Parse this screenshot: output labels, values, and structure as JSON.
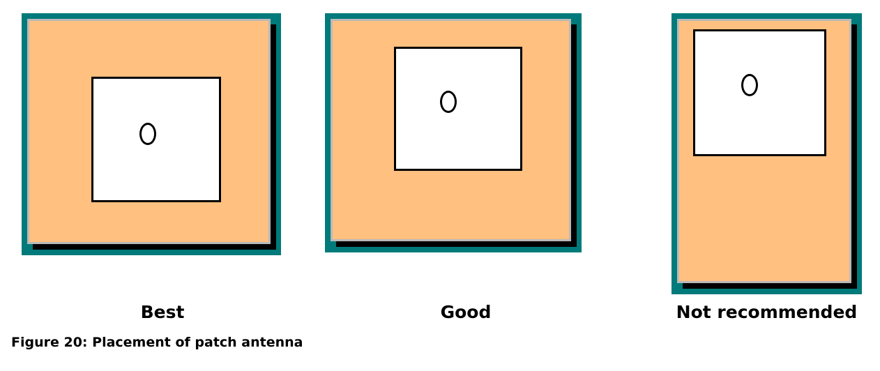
{
  "colors": {
    "frame": "#007a7a",
    "plane": "#ffc080",
    "plane_border": "#b9b9b9",
    "shadow": "#000000",
    "patch": "#ffffff",
    "outline": "#000000"
  },
  "labels": {
    "best": "Best",
    "good": "Good",
    "not_recommended": "Not recommended"
  },
  "caption": "Figure 20: Placement of patch antenna"
}
